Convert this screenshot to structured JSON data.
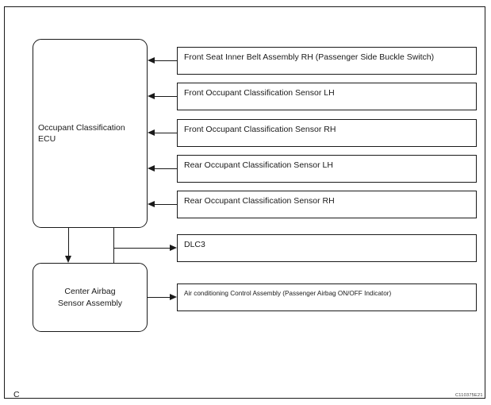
{
  "diagram": {
    "modules": [
      {
        "id": "occupant-classification-ecu",
        "lines": [
          "Occupant Classification",
          "ECU"
        ]
      },
      {
        "id": "center-airbag-sensor-assembly",
        "lines": [
          "Center Airbag",
          "Sensor Assembly"
        ]
      }
    ],
    "inputs": [
      {
        "id": "front-seat-inner-belt-assembly-rh",
        "label": "Front Seat Inner Belt Assembly RH (Passenger Side Buckle Switch)"
      },
      {
        "id": "front-occupant-classification-sensor-lh",
        "label": "Front Occupant Classification Sensor LH"
      },
      {
        "id": "front-occupant-classification-sensor-rh",
        "label": "Front Occupant Classification Sensor RH"
      },
      {
        "id": "rear-occupant-classification-sensor-lh",
        "label": "Rear Occupant Classification Sensor LH"
      },
      {
        "id": "rear-occupant-classification-sensor-rh",
        "label": "Rear Occupant Classification Sensor RH"
      }
    ],
    "outputs": [
      {
        "id": "dlc3",
        "label": "DLC3"
      },
      {
        "id": "air-conditioning-control-assembly",
        "label": "Air conditioning Control Assembly (Passenger Airbag ON/OFF Indicator)"
      }
    ]
  },
  "markers": {
    "corner_letter": "C",
    "reference_code": "C110375E21"
  },
  "colors": {
    "line": "#1a1a1a",
    "background": "#ffffff",
    "reference_code": "#3b3b3b"
  }
}
